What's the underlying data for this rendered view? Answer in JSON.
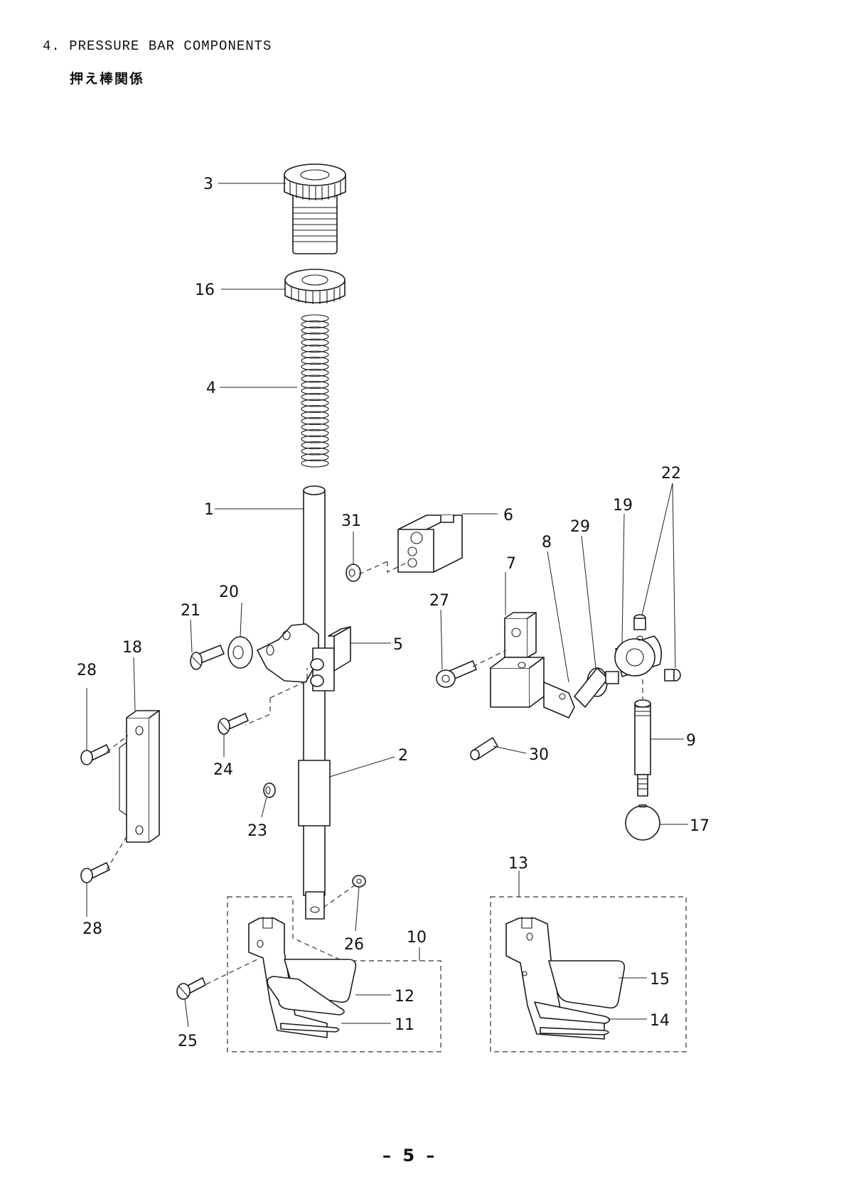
{
  "header": {
    "title": "4. PRESSURE BAR COMPONENTS",
    "subtitle": "押え棒関係"
  },
  "labels": {
    "p1": "1",
    "p2": "2",
    "p3": "3",
    "p4": "4",
    "p5": "5",
    "p6": "6",
    "p7": "7",
    "p8": "8",
    "p9": "9",
    "p10": "10",
    "p11": "11",
    "p12": "12",
    "p13": "13",
    "p14": "14",
    "p15": "15",
    "p16": "16",
    "p17": "17",
    "p18": "18",
    "p19": "19",
    "p20": "20",
    "p21": "21",
    "p22": "22",
    "p23": "23",
    "p24": "24",
    "p25": "25",
    "p26": "26",
    "p27": "27",
    "p28a": "28",
    "p28b": "28",
    "p29": "29",
    "p30": "30",
    "p31": "31"
  },
  "footer": {
    "page_number": "– 5 –"
  }
}
